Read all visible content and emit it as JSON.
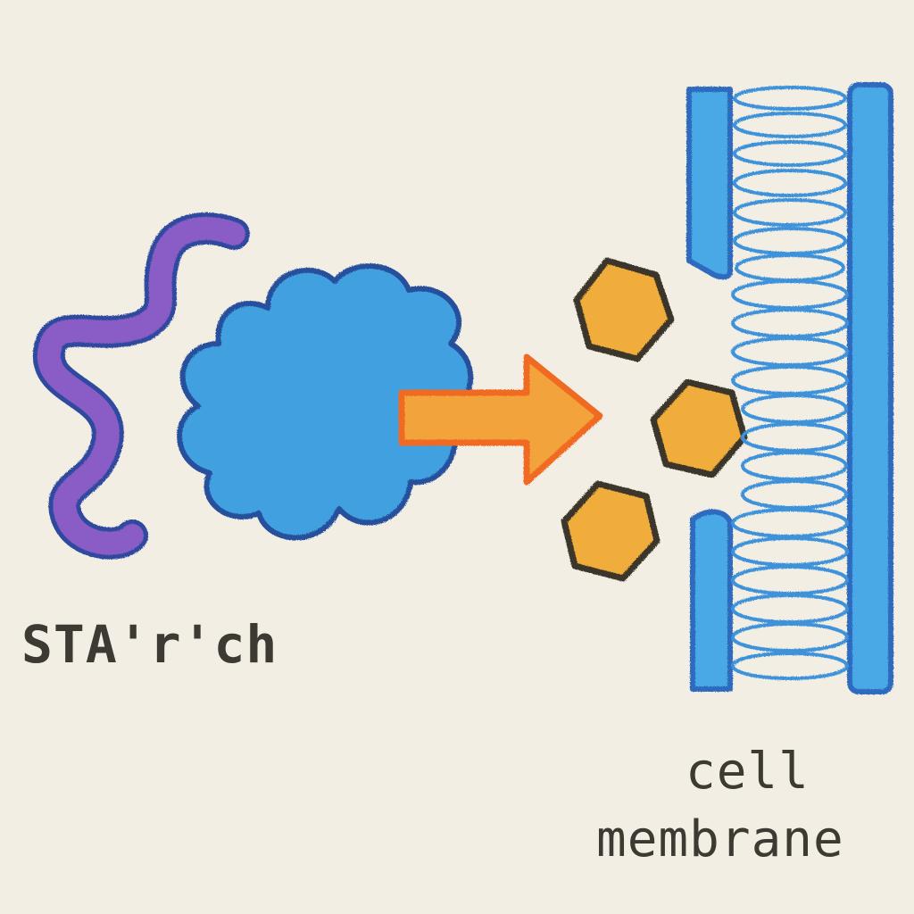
{
  "labels": {
    "starch": "STA'r'ch",
    "cell": "cell",
    "membrane": "membrane"
  },
  "colors": {
    "paper": "#f3eee3",
    "starch_chain": "#8a5cc6",
    "starch_outline": "#2f4a9e",
    "cloud_fill": "#3fa0e0",
    "cloud_outline": "#264f9c",
    "arrow_fill": "#f2a33a",
    "arrow_outline": "#f06b22",
    "glucose_fill": "#f0ad3a",
    "glucose_outline": "#3a362c",
    "membrane_fill": "#4aa8e6",
    "membrane_outline": "#2d6bbd",
    "text": "#3c3a33"
  }
}
